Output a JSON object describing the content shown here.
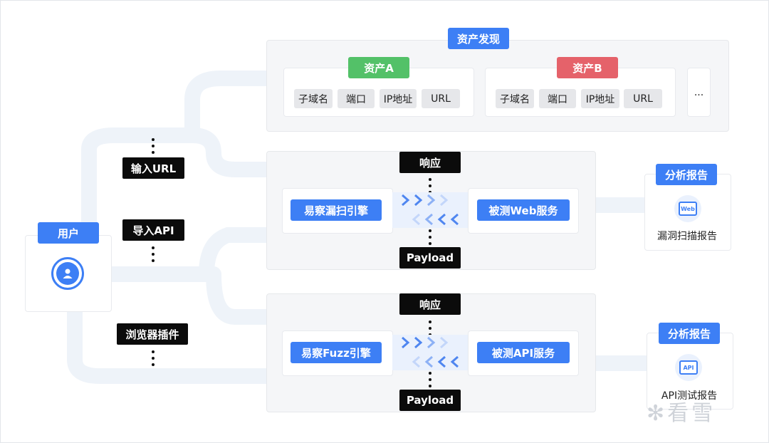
{
  "user": {
    "title": "用户",
    "icon": "user-icon"
  },
  "inputs": {
    "url": "输入URL",
    "api": "导入API",
    "plugin": "浏览器插件"
  },
  "asset_discovery": {
    "title": "资产发现",
    "asset_a": {
      "title": "资产A",
      "color": "#53c168",
      "chips": [
        "子域名",
        "端口",
        "IP地址",
        "URL"
      ]
    },
    "asset_b": {
      "title": "资产B",
      "color": "#e5626a",
      "chips": [
        "子域名",
        "端口",
        "IP地址",
        "URL"
      ]
    },
    "more": "..."
  },
  "scan_flow": {
    "engine": "易察漏扫引擎",
    "target": "被测Web服务",
    "response": "响应",
    "payload": "Payload"
  },
  "fuzz_flow": {
    "engine": "易察Fuzz引擎",
    "target": "被测API服务",
    "response": "响应",
    "payload": "Payload"
  },
  "reports": {
    "scan": {
      "title": "分析报告",
      "icon_text": "Web",
      "label": "漏洞扫描报告"
    },
    "api": {
      "title": "分析报告",
      "icon_text": "API",
      "label": "API测试报告"
    }
  },
  "watermark": "看雪",
  "colors": {
    "accent": "#3d7ff5",
    "connector": "#eef3f9",
    "arrow": "#4f86f0"
  }
}
